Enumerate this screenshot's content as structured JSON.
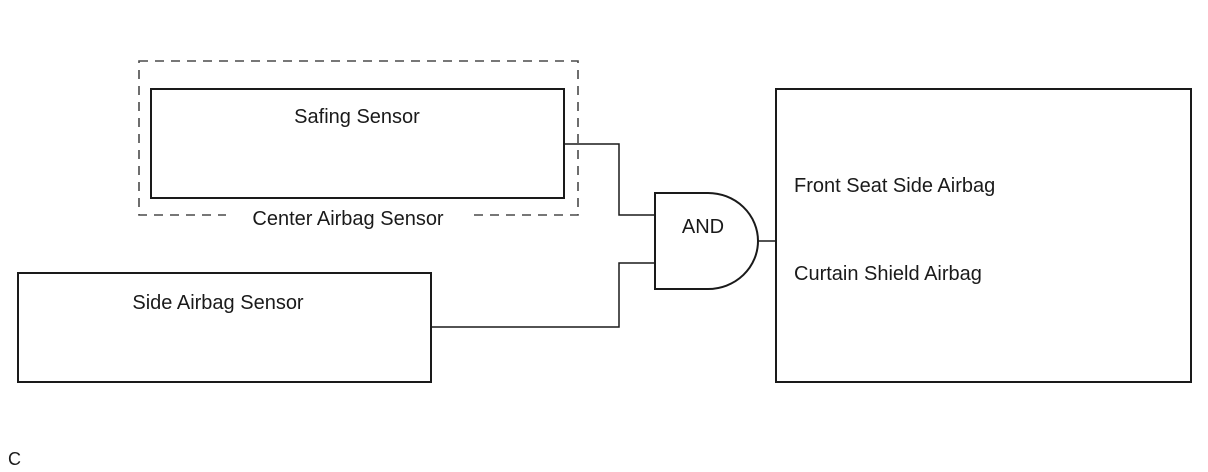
{
  "diagram": {
    "center_airbag_sensor": "Center Airbag Sensor",
    "safing_sensor": "Safing Sensor",
    "side_airbag_sensor": "Side Airbag Sensor",
    "and_gate": "AND",
    "outputs": {
      "front_seat_side_airbag": "Front Seat Side Airbag",
      "curtain_shield_airbag": "Curtain Shield Airbag"
    },
    "corner_letter": "C"
  }
}
